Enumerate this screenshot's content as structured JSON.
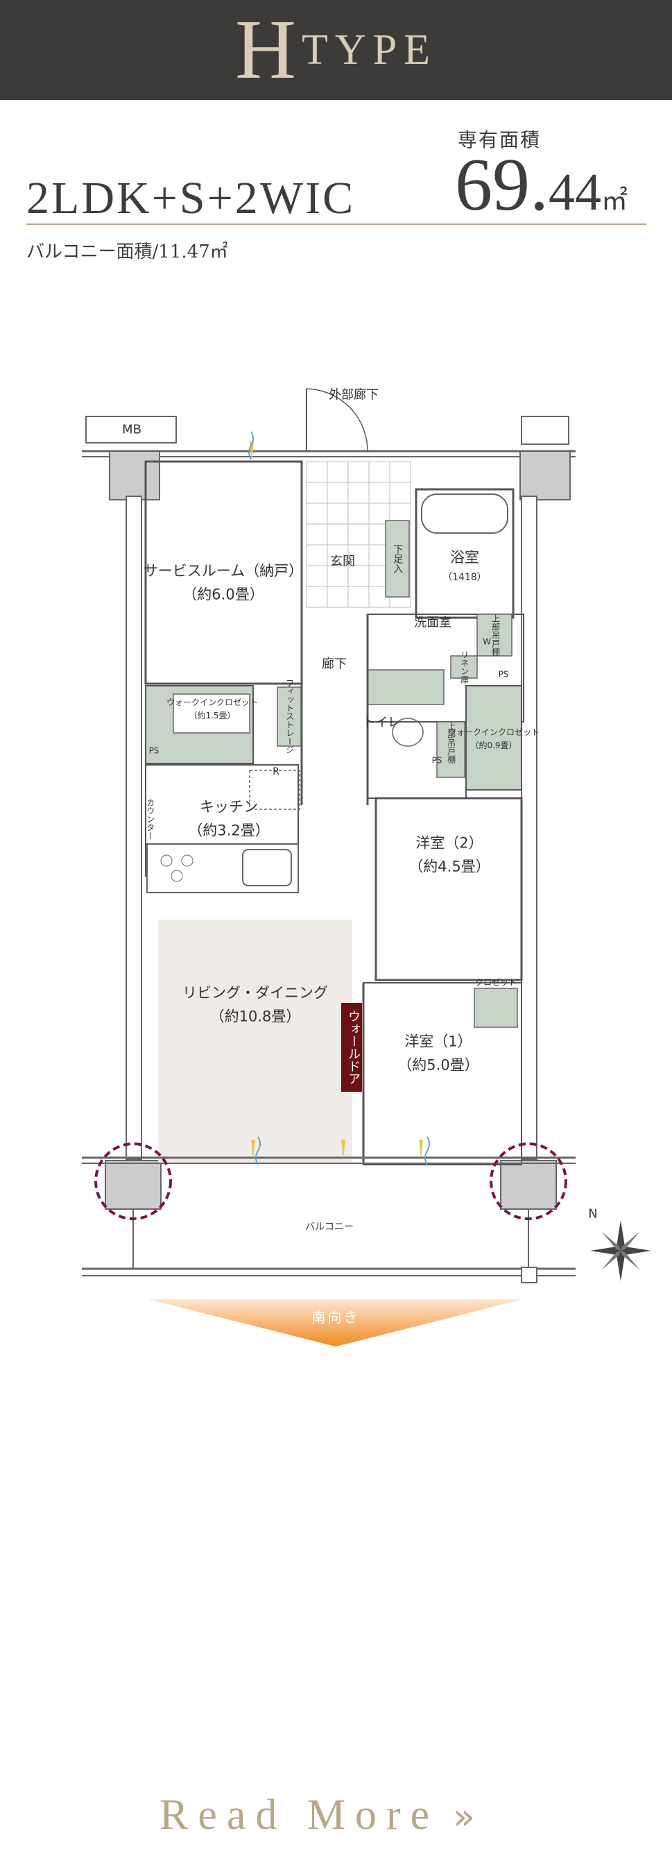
{
  "header": {
    "type_letter": "H",
    "type_word": "TYPE"
  },
  "plan_summary": {
    "layout": "2LDK+S+2WIC",
    "area_label": "専有面積",
    "area_int": "69.",
    "area_dec": "44",
    "area_unit": "㎡",
    "balcony_area": "バルコニー面積/11.47㎡"
  },
  "floorplan": {
    "outside_corridor": "外部廊下",
    "mb": "MB",
    "service_room": "サービスルーム（納戸）",
    "service_room_size": "（約6.0畳）",
    "entrance": "玄関",
    "shoe_box": "下足入",
    "bath": "浴室",
    "bath_size": "（1418）",
    "washroom": "洗面室",
    "upper_storage": "上部吊戸棚",
    "wm": "W",
    "linen": "リネン庫",
    "ps1": "PS",
    "hallway": "廊下",
    "wic_left": "ウォークインクロゼット",
    "wic_left_size": "（約1.5畳）",
    "fit_storage": "フィットストレージ",
    "toilet": "トイレ",
    "toilet_cab": "上部吊戸棚",
    "wic_right": "ウォークインクロゼット",
    "wic_right_size": "（約0.9畳）",
    "ps2": "PS",
    "ps3": "PS",
    "fridge": "R",
    "counter": "カウンター",
    "kitchen": "キッチン",
    "kitchen_size": "（約3.2畳）",
    "western2": "洋室（2）",
    "western2_size": "（約4.5畳）",
    "living": "リビング・ダイニング",
    "living_size": "（約10.8畳）",
    "wall_door": "ウォールドア",
    "closet": "クロゼット",
    "western1": "洋室（1）",
    "western1_size": "（約5.0畳）",
    "balcony": "バルコニー",
    "north": "N",
    "south_facing": "南向き"
  },
  "colors": {
    "header_bg": "#3d3b39",
    "header_text": "#d8cdb6",
    "accent_gold": "#b6a887",
    "wall_door_bg": "#6c1014",
    "storage_green": "#c8d3c8",
    "living_floor": "#efebe6",
    "arrow_orange": "#f08a24"
  },
  "read_more": {
    "label": "Read More",
    "icon": "double-chevron-right-icon"
  }
}
